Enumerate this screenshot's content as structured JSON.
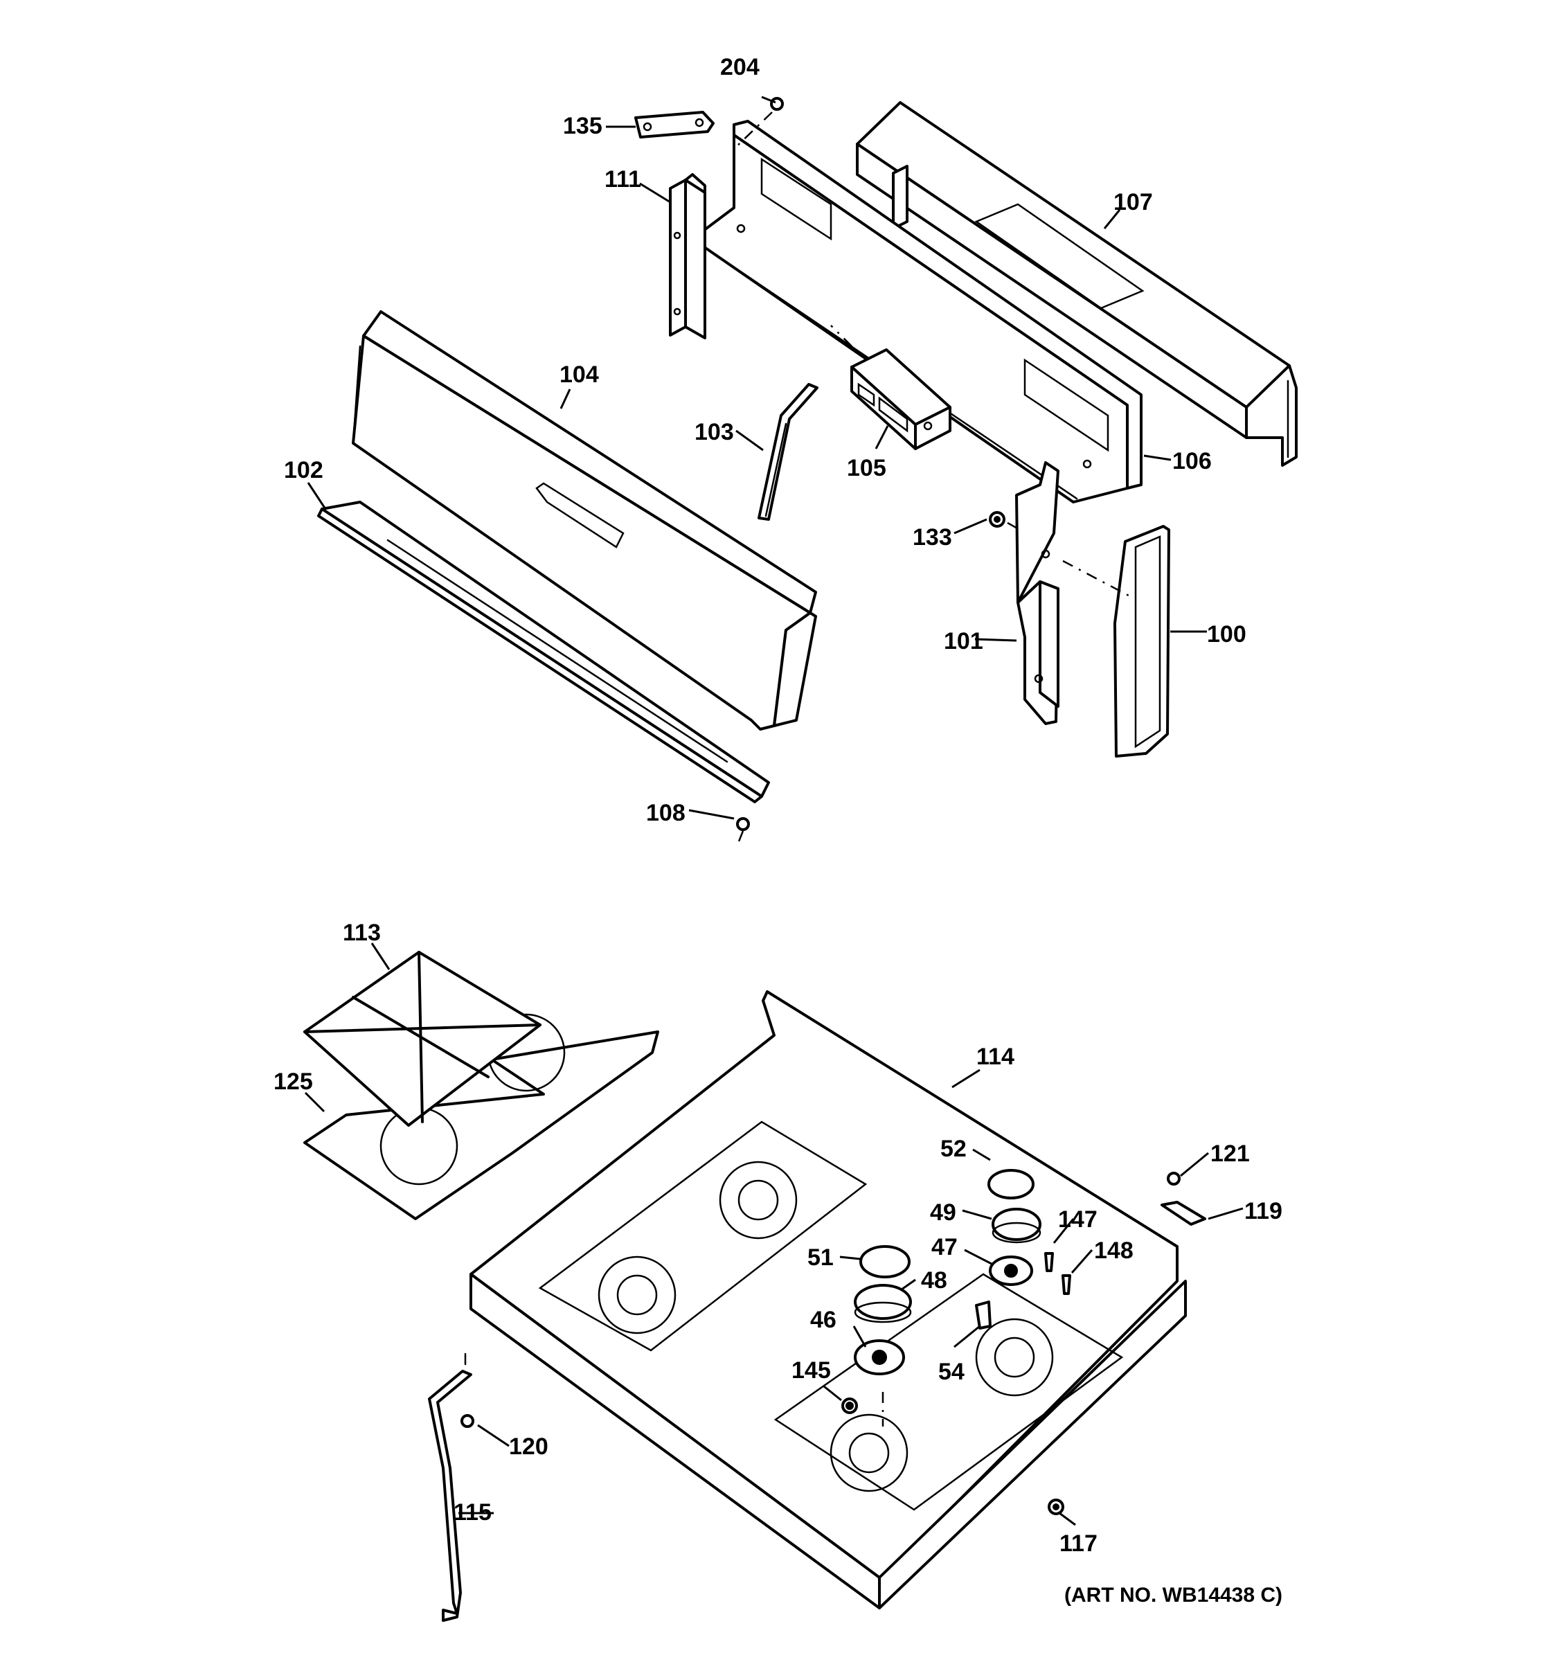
{
  "callouts": [
    {
      "id": "204",
      "text": "204"
    },
    {
      "id": "135",
      "text": "135"
    },
    {
      "id": "111",
      "text": "111"
    },
    {
      "id": "107",
      "text": "107"
    },
    {
      "id": "104",
      "text": "104"
    },
    {
      "id": "103",
      "text": "103"
    },
    {
      "id": "105",
      "text": "105"
    },
    {
      "id": "106",
      "text": "106"
    },
    {
      "id": "102",
      "text": "102"
    },
    {
      "id": "133",
      "text": "133"
    },
    {
      "id": "101",
      "text": "101"
    },
    {
      "id": "100",
      "text": "100"
    },
    {
      "id": "108",
      "text": "108"
    },
    {
      "id": "113",
      "text": "113"
    },
    {
      "id": "114",
      "text": "114"
    },
    {
      "id": "125",
      "text": "125"
    },
    {
      "id": "52",
      "text": "52"
    },
    {
      "id": "121",
      "text": "121"
    },
    {
      "id": "49",
      "text": "49"
    },
    {
      "id": "147",
      "text": "147"
    },
    {
      "id": "119",
      "text": "119"
    },
    {
      "id": "47",
      "text": "47"
    },
    {
      "id": "148",
      "text": "148"
    },
    {
      "id": "51",
      "text": "51"
    },
    {
      "id": "48",
      "text": "48"
    },
    {
      "id": "46",
      "text": "46"
    },
    {
      "id": "54",
      "text": "54"
    },
    {
      "id": "145",
      "text": "145"
    },
    {
      "id": "120",
      "text": "120"
    },
    {
      "id": "115",
      "text": "115"
    },
    {
      "id": "117",
      "text": "117"
    }
  ],
  "art_number": "(ART NO. WB14438 C)"
}
